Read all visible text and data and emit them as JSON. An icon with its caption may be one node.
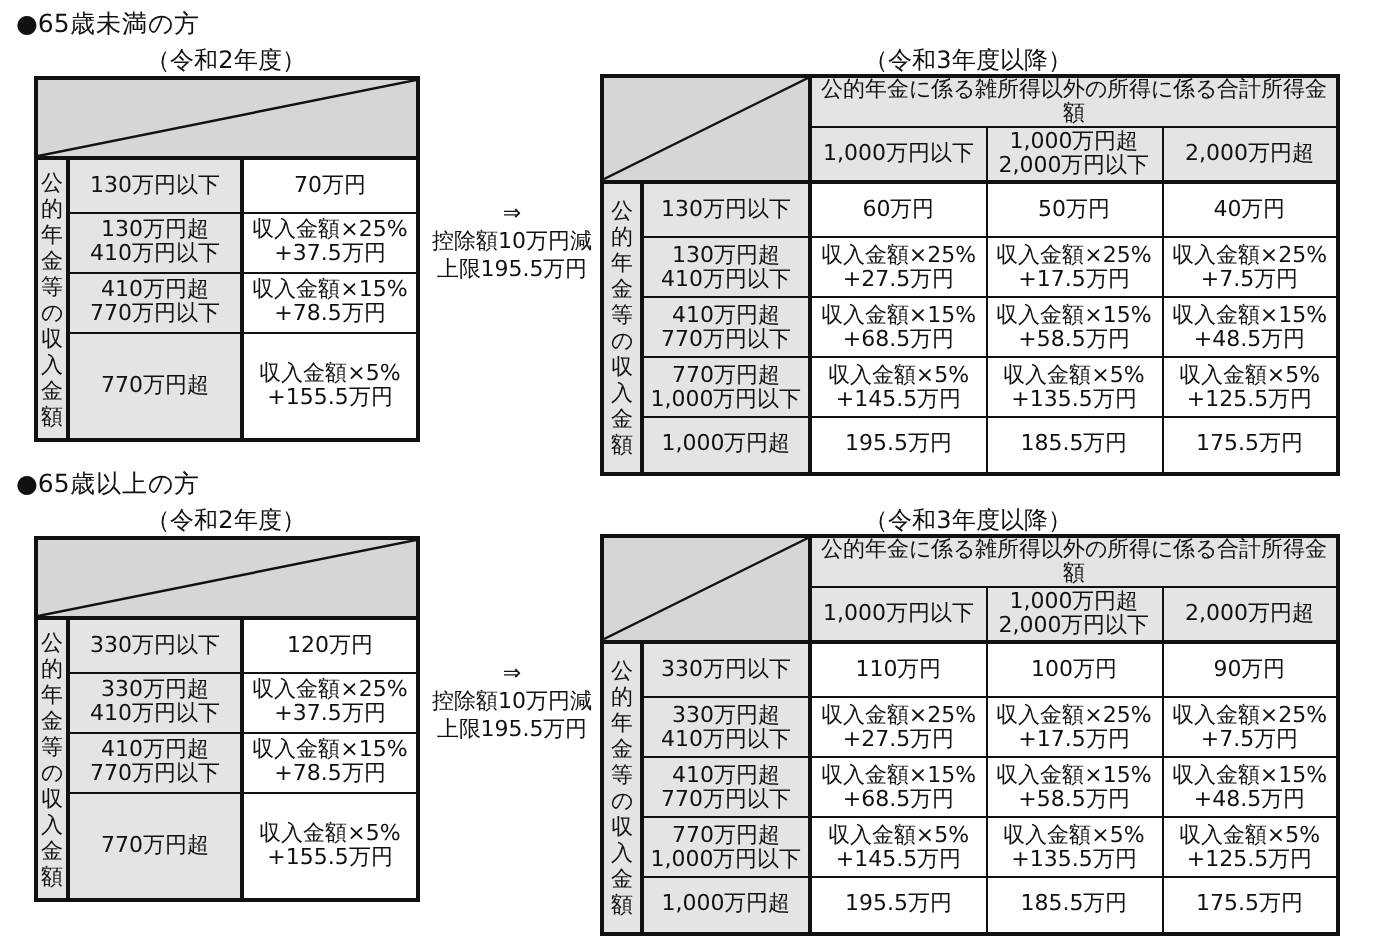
{
  "diagram": {
    "labels": [
      "●65歳未満の方",
      "（令和2年度）",
      "公的年金等の収入金額",
      "130万円以下",
      "70万円",
      "130万円超 410万円以下",
      "収入金額×25% +37.5万円",
      "410万円超 770万円以下",
      "収入金額×15% +78.5万円",
      "770万円超",
      "収入金額×5% +155.5万円",
      "⇒",
      "控除額10万円減",
      "上限195.5万円",
      "（令和3年度以降）",
      "公的年金に係る雑所得以外の所得に係る合計所得金額",
      "1,000万円以下",
      "1,000万円超 2,000万円以下",
      "2,000万円超",
      "公的年金等の収入金額",
      "130万円以下",
      "60万円",
      "50万円",
      "40万円",
      "130万円超 410万円以下",
      "収入金額×25% +27.5万円",
      "収入金額×25% +17.5万円",
      "収入金額×25% +7.5万円",
      "410万円超 770万円以下",
      "収入金額×15% +68.5万円",
      "収入金額×15% +58.5万円",
      "収入金額×15% +48.5万円",
      "770万円超 1,000万円以下",
      "収入金額×5% +145.5万円",
      "収入金額×5% +135.5万円",
      "収入金額×5% +125.5万円",
      "1,000万円超",
      "195.5万円",
      "185.5万円",
      "175.5万円",
      "●65歳以上の方",
      "（令和2年度）",
      "公的年金等の収入金額",
      "330万円以下",
      "120万円",
      "330万円超 410万円以下",
      "収入金額×25% +37.5万円",
      "410万円超 770万円以下",
      "収入金額×15% +78.5万円",
      "770万円超",
      "収入金額×5% +155.5万円",
      "⇒",
      "控除額10万円減",
      "上限195.5万円",
      "（令和3年度以降）",
      "公的年金に係る雑所得以外の所得に係る合計所得金額",
      "1,000万円以下",
      "1,000万円超 2,000万円以下",
      "2,000万円超",
      "公的年金等の収入金額",
      "330万円以下",
      "110万円",
      "100万円",
      "90万円",
      "330万円超 410万円以下",
      "収入金額×25% +27.5万円",
      "収入金額×25% +17.5万円",
      "収入金額×25% +7.5万円",
      "410万円超 770万円以下",
      "収入金額×15% +68.5万円",
      "収入金額×15% +58.5万円",
      "収入金額×15% +48.5万円",
      "770万円超 1,000万円以下",
      "収入金額×5% +145.5万円",
      "収入金額×5% +135.5万円",
      "収入金額×5% +125.5万円",
      "1,000万円超",
      "195.5万円",
      "185.5万円",
      "175.5万円"
    ]
  }
}
